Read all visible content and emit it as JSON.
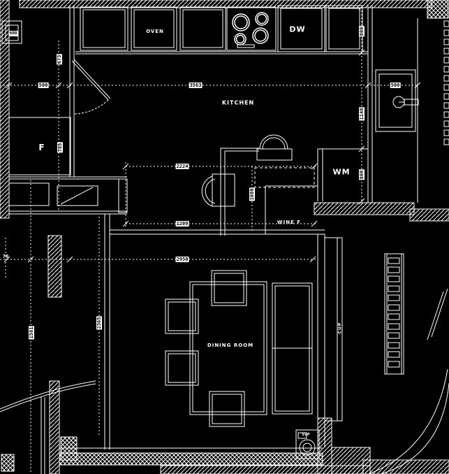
{
  "labels": {
    "rooms": {
      "kitchen": "KITCHEN",
      "dining_room": "DINING ROOM"
    },
    "fixtures": {
      "oven": "OVEN",
      "dishwasher": "DW",
      "fridge": "F",
      "washing_machine": "WM",
      "wine_fridge": "WINE F",
      "cupboard": "CUP",
      "floor_drain": "SVP"
    },
    "dimensions": {
      "shelf_width": "600",
      "entry_side": "673",
      "wall_left": "500",
      "kitchen_run": "3563",
      "sink_width": "500",
      "right_top": "800",
      "right_middle": "1148",
      "right_bottom": "800",
      "fridge_bay": "785",
      "island_width": "2224",
      "island_depth": "1000",
      "island_clear": "1209",
      "dining_width": "2950",
      "wall_offset": "70",
      "hall_depth": "1501",
      "dining_depth": "2365"
    }
  },
  "colors": {
    "background": "#000000",
    "line": "#ffffff",
    "dim_text": "#000000",
    "dim_text_bg": "#ffffff"
  }
}
